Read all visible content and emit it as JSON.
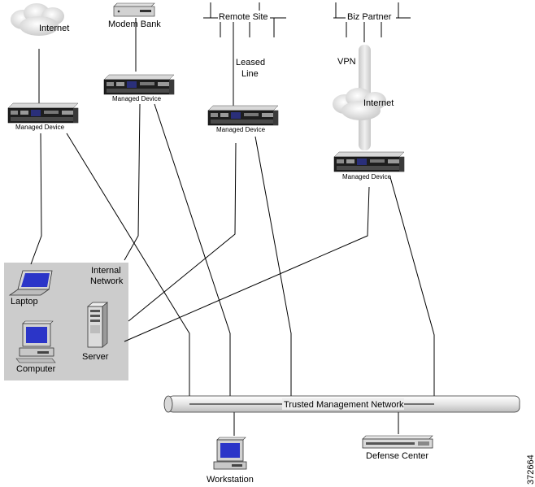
{
  "labels": {
    "internet_left": "Internet",
    "modem_bank": "Modem Bank",
    "remote_site": "Remote Site",
    "biz_partner": "Biz Partner",
    "leased_line_1": "Leased",
    "leased_line_2": "Line",
    "vpn": "VPN",
    "internet_right": "Internet",
    "managed_device": "Managed Device",
    "internal_network_1": "Internal",
    "internal_network_2": "Network",
    "laptop": "Laptop",
    "server": "Server",
    "computer": "Computer",
    "trusted_network": "Trusted Management Network",
    "workstation": "Workstation",
    "defense_center": "Defense Center",
    "figure_id": "372664"
  },
  "colors": {
    "internal_network_bg": "#cccccc",
    "pipe_fill": "#eeeeee",
    "device_body": "#1e1e1e",
    "device_panel": "#2a2f7a"
  }
}
